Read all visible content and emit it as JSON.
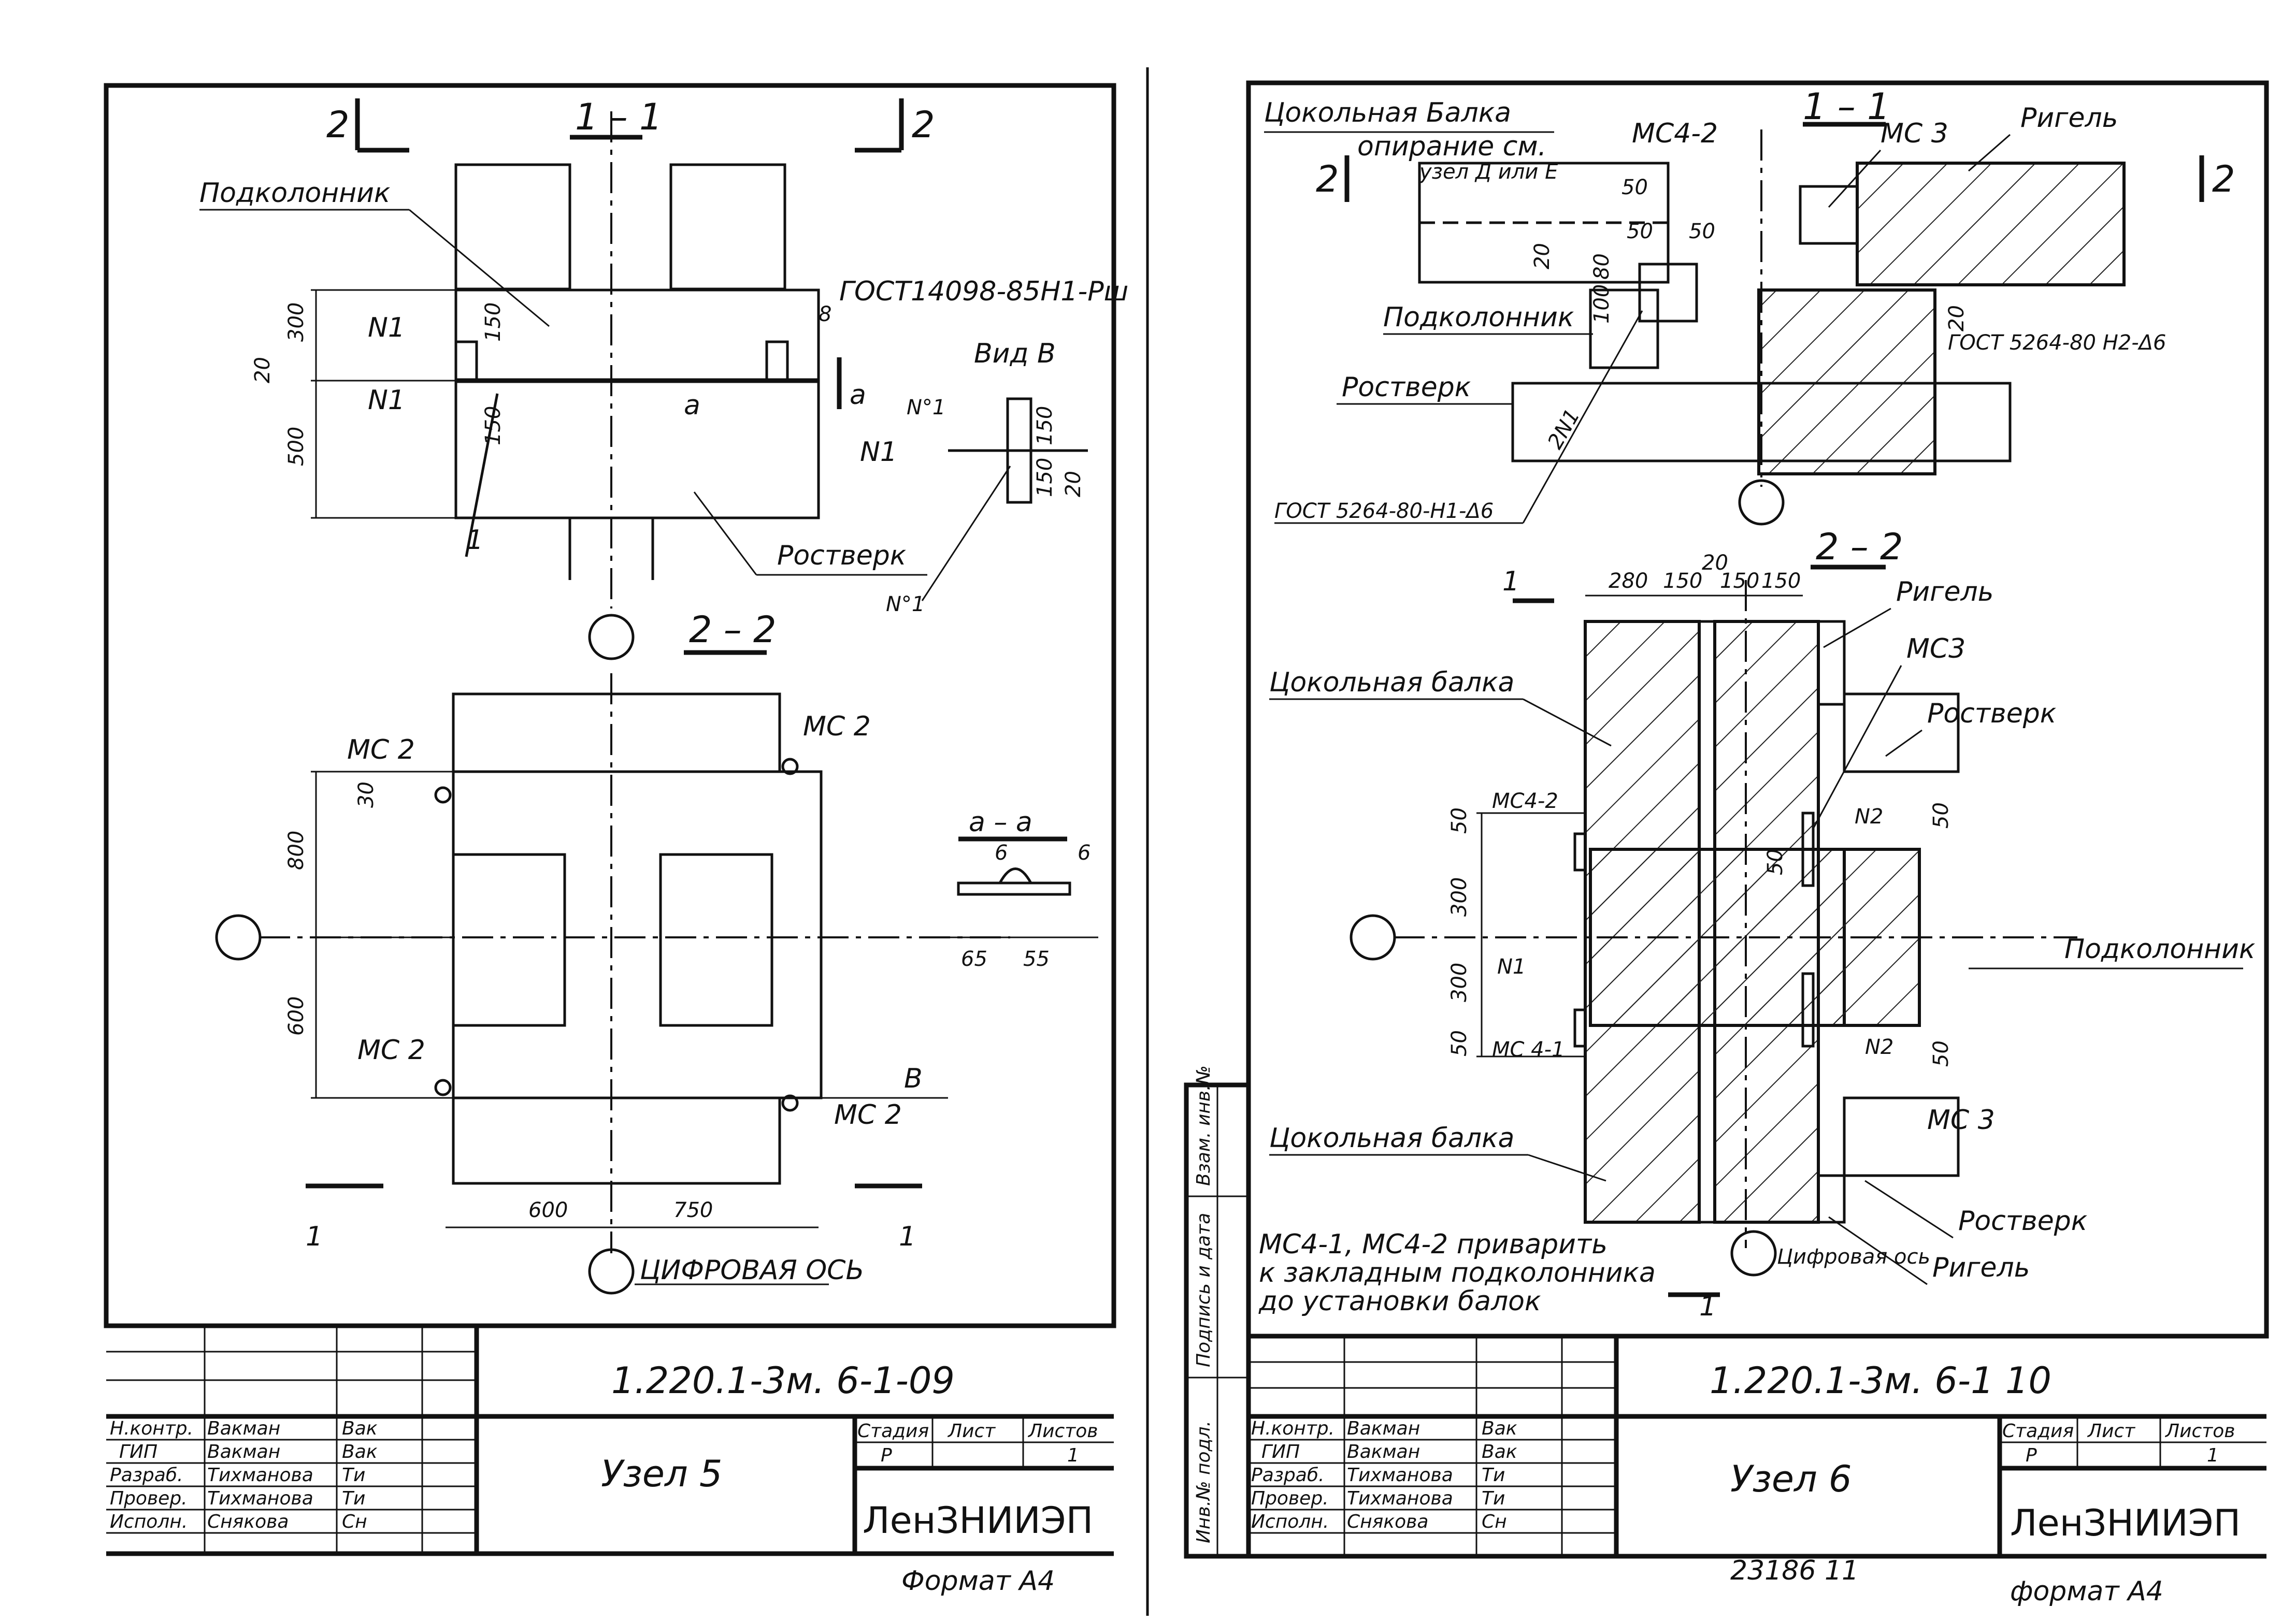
{
  "left_sheet": {
    "code": "1.220.1-3м. 6-1-09",
    "node_title": "Узел 5",
    "org": "ЛенЗНИИЭП",
    "format": "Формат А4",
    "stamp_head": {
      "stage": "Стадия",
      "sheet": "Лист",
      "sheets": "Листов",
      "stage_val": "Р",
      "sheets_val": "1"
    },
    "roles": [
      {
        "role": "Н.контр.",
        "name": "Вакман",
        "sign": "Вак"
      },
      {
        "role": "ГИП",
        "name": "Вакман",
        "sign": "Вак"
      },
      {
        "role": "Разраб.",
        "name": "Тихманова",
        "sign": "Ти"
      },
      {
        "role": "Провер.",
        "name": "Тихманова",
        "sign": "Ти"
      },
      {
        "role": "Исполн.",
        "name": "Снякова",
        "sign": "Сн"
      }
    ],
    "section_11": "1 – 1",
    "section_22": "2 – 2",
    "cut_2": "2",
    "cut_1": "1",
    "podkolonnik": "Подколонник",
    "rostverk": "Ростверк",
    "n1": "N1",
    "n01": "N°1",
    "a": "а",
    "gost": "ГОСТ14098-85Н1-Рш",
    "vid_b": "Вид В",
    "section_aa": "а – а",
    "mc2": "МС 2",
    "b": "В",
    "axis_caption": "ЦИФРОВАЯ ОСЬ",
    "dims": {
      "d300": "300",
      "d20": "20",
      "d500": "500",
      "d150": "150",
      "d8": "8",
      "d800": "800",
      "d600": "600",
      "d30": "30",
      "d750": "750",
      "d6": "6",
      "d65": "65",
      "d55": "55"
    }
  },
  "right_sheet": {
    "code": "1.220.1-3м. 6-1 10",
    "node_title": "Узел 6",
    "org": "ЛенЗНИИЭП",
    "format": "формат А4",
    "doc_number": "23186 11",
    "stamp_head": {
      "stage": "Стадия",
      "sheet": "Лист",
      "sheets": "Листов",
      "stage_val": "Р",
      "sheets_val": "1"
    },
    "roles": [
      {
        "role": "Н.контр.",
        "name": "Вакман",
        "sign": "Вак"
      },
      {
        "role": "ГИП",
        "name": "Вакман",
        "sign": "Вак"
      },
      {
        "role": "Разраб.",
        "name": "Тихманова",
        "sign": "Ти"
      },
      {
        "role": "Провер.",
        "name": "Тихманова",
        "sign": "Ти"
      },
      {
        "role": "Исполн.",
        "name": "Снякова",
        "sign": "Сн"
      }
    ],
    "side_stamp": [
      "Инв.№ подл.",
      "Подпись и дата",
      "Взам. инв.№"
    ],
    "cokol_balka": "Цокольная Балка",
    "cokol_balka_2": "Цокольная балка",
    "cokol_balka_3": "Цокольная балка",
    "oprianie": "опирание см.",
    "uzel_de": "узел Д или Е",
    "mc42": "МС4-2",
    "mc41": "МС 4-1",
    "mc3": "МС 3",
    "mc3b": "МС3",
    "rigel": "Ригель",
    "rigel2": "Ригель",
    "rigel3": "Ригель",
    "podkolonnik": "Подколонник",
    "podkolonnik2": "Подколонник",
    "rostverk": "Ростверк",
    "rostverk2": "Ростверк",
    "rostverk3": "Ростверк",
    "section_11": "1 – 1",
    "section_22": "2 – 2",
    "cut_2": "2",
    "cut_1": "1",
    "n1": "N1",
    "n2": "N2",
    "gost_a": "ГОСТ 5264-80 Н2-Δ6",
    "gost_b": "ГОСТ 5264-80-Н1-Δ6",
    "n2_1": "2N1",
    "axis_caption": "Цифровая ось",
    "note": [
      "МС4-1, МС4-2 приварить",
      "к закладным подколонника",
      "до установки балок"
    ],
    "dims": {
      "d50": "50",
      "d20": "20",
      "d80": "80",
      "d100": "100",
      "d280": "280",
      "d150": "150",
      "d300": "300"
    }
  }
}
